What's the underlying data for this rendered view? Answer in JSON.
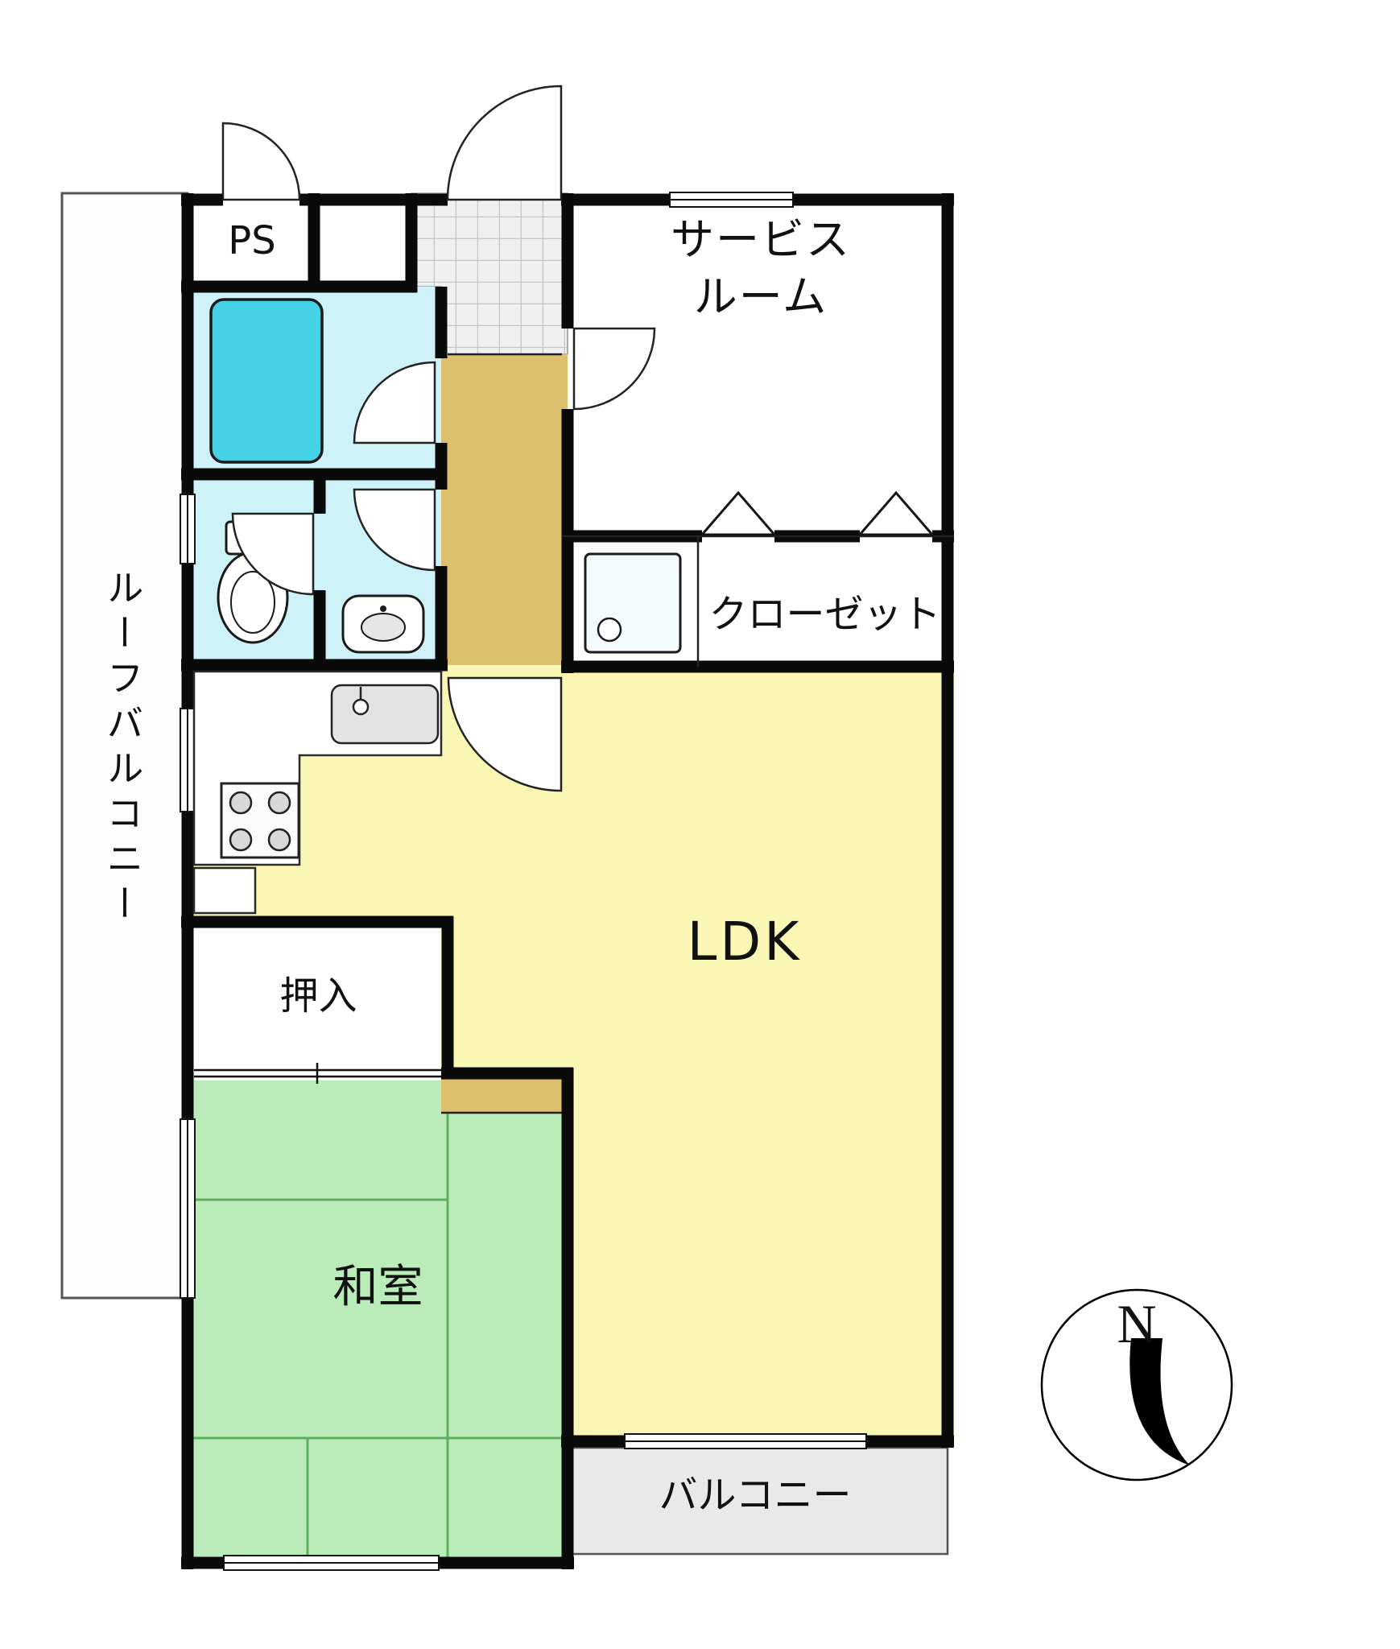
{
  "labels": {
    "roof_balcony": "ルーフバルコニー",
    "ps": "PS",
    "service_room_line1": "サービス",
    "service_room_line2": "ルーム",
    "closet": "クローゼット",
    "ldk": "LDK",
    "oshiire": "押入",
    "washitsu": "和室",
    "balcony": "バルコニー",
    "compass_north": "N"
  },
  "colors": {
    "wall": "#0a0a0a",
    "thin_line": "#222222",
    "ldk_fill": "#FAF7B4",
    "tatami_fill": "#B9ECB9",
    "tatami_line": "#5FAF5F",
    "wet_fill": "#CDF2F8",
    "tub_fill": "#45D2E6",
    "hall_fill": "#DDC06E",
    "balcony_fill": "#E9E9E9",
    "roof_balcony_fill": "#FDFDFD",
    "needle": "#000000"
  },
  "icons": {
    "compass_needle": "curved black needle below N",
    "door_swing": "quarter-circle swing arc",
    "toilet": "toilet top view",
    "bathtub": "bathtub top view",
    "washbasin": "vanity basin",
    "kitchen_sink": "counter sink with faucet",
    "stove": "four-burner stove",
    "washer_pan": "washing machine pan with drain",
    "closet_doors": "two triangle fold-door marks",
    "window": "double-line window symbol"
  }
}
